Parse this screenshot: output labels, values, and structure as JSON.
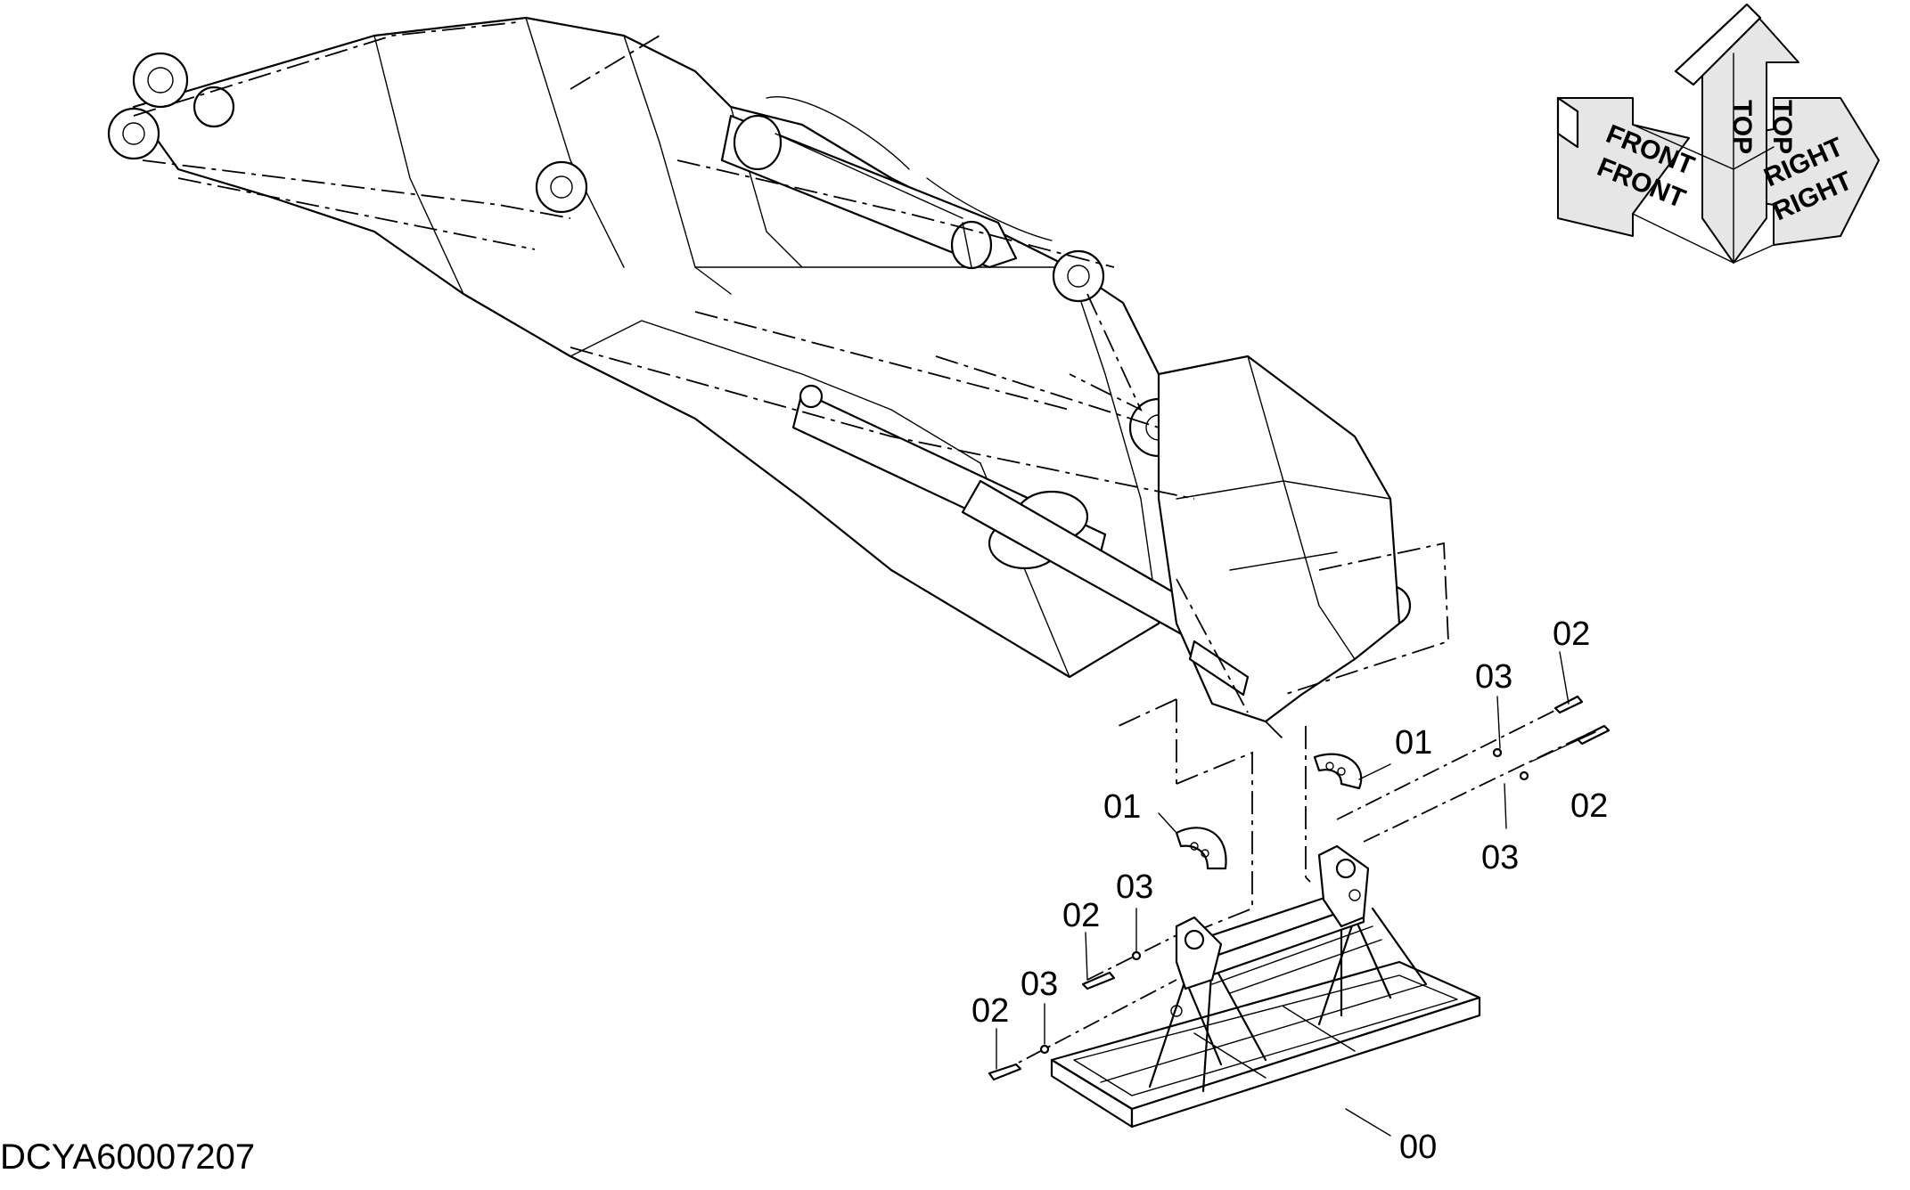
{
  "drawing": {
    "code": "DCYA60007207"
  },
  "compass": {
    "top_upper": "TOP",
    "top_lower": "TOP",
    "front_upper": "FRONT",
    "front_lower": "FRONT",
    "right_upper": "RIGHT",
    "right_lower": "RIGHT"
  },
  "callouts": [
    {
      "id": "c1",
      "text": "02"
    },
    {
      "id": "c2",
      "text": "03"
    },
    {
      "id": "c3",
      "text": "01"
    },
    {
      "id": "c4",
      "text": "02"
    },
    {
      "id": "c5",
      "text": "03"
    },
    {
      "id": "c6",
      "text": "01"
    },
    {
      "id": "c7",
      "text": "03"
    },
    {
      "id": "c8",
      "text": "02"
    },
    {
      "id": "c9",
      "text": "03"
    },
    {
      "id": "c10",
      "text": "02"
    },
    {
      "id": "c11",
      "text": "00"
    }
  ]
}
